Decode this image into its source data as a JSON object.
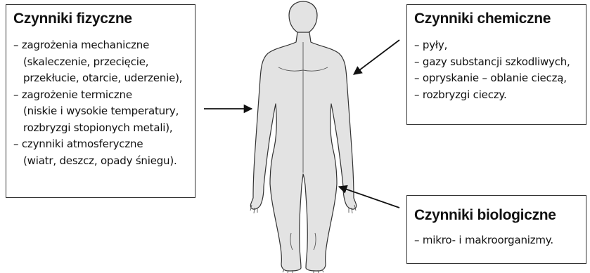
{
  "physical": {
    "title": "Czynniki fizyczne",
    "lines": [
      "– zagrożenia mechaniczne",
      "(skaleczenie, przecięcie,",
      "przekłucie, otarcie, uderzenie),",
      "– zagrożenie termiczne",
      "(niskie i wysokie temperatury,",
      "rozbryzgi stopionych metali),",
      "– czynniki atmosferyczne",
      "(wiatr, deszcz, opady śniegu)."
    ]
  },
  "chemical": {
    "title": "Czynniki chemiczne",
    "lines": [
      "– pyły,",
      "– gazy substancji szkodliwych,",
      "– opryskanie – oblanie cieczą,",
      "– rozbryzgi cieczy."
    ]
  },
  "biological": {
    "title": "Czynniki biologiczne",
    "lines": [
      "– mikro- i makroorganizmy."
    ]
  }
}
